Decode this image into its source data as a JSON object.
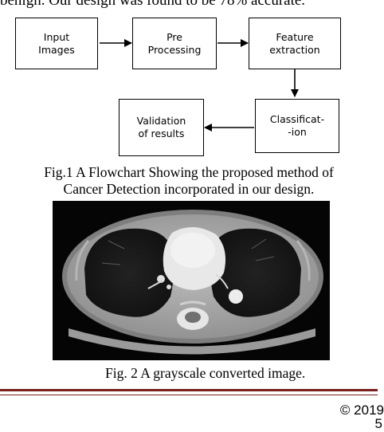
{
  "body_text": {
    "partial_line": "benign. Our design was found to be 78% accurate."
  },
  "flowchart": {
    "boxes": [
      {
        "id": "input",
        "label": "Input\nImages"
      },
      {
        "id": "pre",
        "label": "Pre\nProcessing"
      },
      {
        "id": "feature",
        "label": "Feature\nextraction"
      },
      {
        "id": "classify",
        "label": "Classificat-\n-ion"
      },
      {
        "id": "validation",
        "label": "Validation\nof results"
      }
    ]
  },
  "figure1": {
    "caption_line1": "Fig.1 A Flowchart Showing the proposed method of",
    "caption_line2": "Cancer Detection incorporated in our design."
  },
  "figure2": {
    "caption": "Fig. 2 A grayscale converted image."
  },
  "footer": {
    "copyright": "© 2019",
    "page_number": "5"
  }
}
